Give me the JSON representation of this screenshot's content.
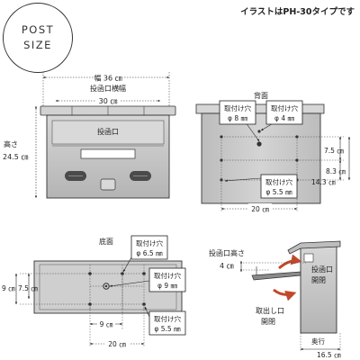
{
  "badge": {
    "line1": "POST",
    "line2": "SIZE"
  },
  "note": "イラストはPH-30タイプです",
  "front": {
    "width": "幅 36 ㎝",
    "slot_width_label": "投函口横幅",
    "slot_width": "30 ㎝",
    "height_label": "高さ",
    "height": "24.5 ㎝",
    "slot": "投函口"
  },
  "back": {
    "title": "背面",
    "hole1_label": "取付け穴",
    "hole1": "φ 8 ㎜",
    "hole2_label": "取付け穴",
    "hole2": "φ 4 ㎜",
    "hole3_label": "取付け穴",
    "hole3": "φ 5.5 ㎜",
    "dim_a": "7.5 ㎝",
    "dim_b": "8.3 ㎝",
    "dim_c": "14.3 ㎝",
    "dim_w": "20 ㎝"
  },
  "bottom": {
    "title": "底面",
    "hole1_label": "取付け穴",
    "hole1": "φ 6.5 ㎜",
    "hole2_label": "取付け穴",
    "hole2": "φ 9 ㎜",
    "hole3_label": "取付け穴",
    "hole3": "φ 5.5 ㎜",
    "dim_h1": "9 ㎝",
    "dim_h2": "7.5 ㎝",
    "dim_w1": "9 ㎝",
    "dim_w2": "20 ㎝"
  },
  "side": {
    "slot_height_label": "投函口高さ",
    "slot_height": "4 ㎝",
    "slot_label": "投函口",
    "slot_open": "開閉",
    "out_label": "取出し口",
    "out_open": "開閉",
    "depth_label": "奥行",
    "depth": "16.5 ㎝"
  },
  "colors": {
    "body": "#c6c6c6",
    "dark": "#555555",
    "accent": "#c0492b",
    "line": "#222222"
  }
}
